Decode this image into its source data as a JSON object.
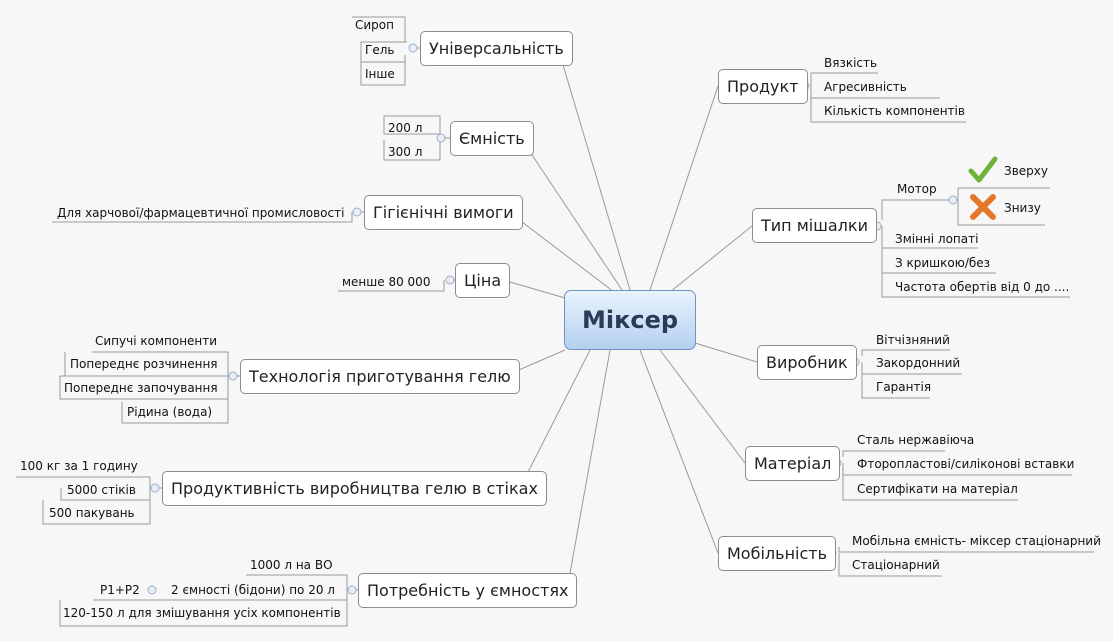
{
  "center": "Міксер",
  "universal": {
    "label": "Універсальність",
    "items": [
      "Сироп",
      "Гель",
      "Інше"
    ]
  },
  "capacity": {
    "label": "Ємність",
    "items": [
      "200 л",
      "300 л"
    ]
  },
  "hygiene": {
    "label": "Гігієнічні вимоги",
    "items": [
      "Для харчової/фармацевтичної промисловості"
    ]
  },
  "price": {
    "label": "Ціна",
    "items": [
      "менше 80 000"
    ]
  },
  "tech": {
    "label": "Технологія приготування гелю",
    "items": [
      "Сипучі компоненти",
      "Попереднє розчинення",
      "Попереднє започування",
      "Рідина (вода)"
    ]
  },
  "productivity": {
    "label": "Продуктивність виробництва гелю в стіках",
    "items": [
      "100 кг за 1 годину",
      "5000 стіків",
      "500 пакувань"
    ]
  },
  "need": {
    "label": "Потребність у ємностях",
    "items": [
      "1000 л на ВО",
      "2 ємності (бідони) по 20 л",
      "120-150 л для змішування усіх компонентів"
    ],
    "sub": "P1+P2"
  },
  "product": {
    "label": "Продукт",
    "items": [
      "Вязкість",
      "Агресивність",
      "Кількість компонентів"
    ]
  },
  "mixer_type": {
    "label": "Тип мішалки",
    "motor": "Мотор",
    "motor_items": [
      "Зверху",
      "Знизу"
    ],
    "items": [
      "Змінні лопаті",
      "З кришкою/без",
      "Частота обертів від 0 до ...."
    ]
  },
  "maker": {
    "label": "Виробник",
    "items": [
      "Вітчізняний",
      "Закордонний",
      "Гарантія"
    ]
  },
  "material": {
    "label": "Матеріал",
    "items": [
      "Сталь нержавіюча",
      "Фторопластові/силіконові вставки",
      "Сертифікати на матеріал"
    ]
  },
  "mobility": {
    "label": "Мобільність",
    "items": [
      "Мобільна ємність- міксер стаціонарний",
      "Стаціонарний"
    ]
  },
  "colors": {
    "check": "#6fb23a",
    "cross": "#e5772a",
    "line": "#9a9a9a"
  }
}
